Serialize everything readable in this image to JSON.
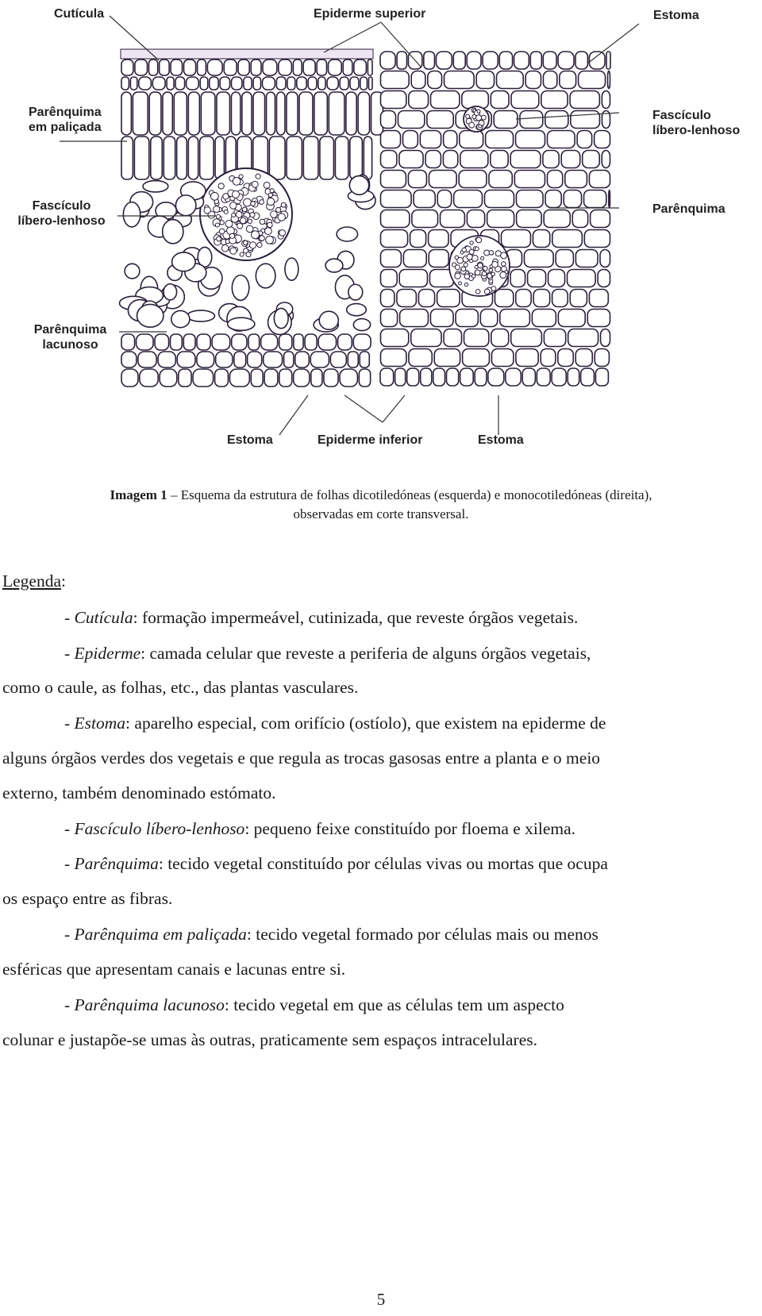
{
  "figure": {
    "labels": {
      "cuticula": "Cutícula",
      "epiderme_superior": "Epiderme superior",
      "estoma_top": "Estoma",
      "parenquima_palicada_1": "Parênquima",
      "parenquima_palicada_2": "em paliçada",
      "fasciculo_left_1": "Fascículo",
      "fasciculo_left_2": "líbero-lenhoso",
      "parenquima_lacunoso_1": "Parênquima",
      "parenquima_lacunoso_2": "lacunoso",
      "fasciculo_right_1": "Fascículo",
      "fasciculo_right_2": "líbero-lenhoso",
      "parenquima_right": "Parênquima",
      "estoma_bottom_left": "Estoma",
      "epiderme_inferior": "Epiderme inferior",
      "estoma_bottom_right": "Estoma"
    }
  },
  "caption": {
    "label": "Imagem 1",
    "dash": " – ",
    "line1": "Esquema da estrutura de folhas dicotiledóneas (esquerda) e monocotiledóneas (direita),",
    "line2": "observadas em corte transversal."
  },
  "legend": {
    "heading": "Legenda",
    "heading_colon": ":",
    "items": [
      {
        "dash": "- ",
        "term": "Cutícula",
        "line1": ": formação impermeável, cutinizada, que reveste órgãos vegetais."
      },
      {
        "dash": "- ",
        "term": "Epiderme",
        "line1": ": camada celular que reveste a periferia de alguns órgãos vegetais,",
        "line2": "como o caule, as folhas, etc., das plantas vasculares."
      },
      {
        "dash": "- ",
        "term": "Estoma",
        "line1": ": aparelho especial, com orifício (ostíolo), que existem na epiderme de",
        "line2": "alguns órgãos verdes dos vegetais e que regula as trocas gasosas entre a planta e o meio",
        "line3": "externo, também denominado estómato."
      },
      {
        "dash": "- ",
        "term": "Fascículo líbero-lenhoso",
        "line1": ": pequeno feixe constituído por floema e xilema."
      },
      {
        "dash": "- ",
        "term": "Parênquima",
        "line1": ": tecido vegetal constituído por células vivas ou mortas que ocupa",
        "line2": "os espaço entre as fibras."
      },
      {
        "dash": "- ",
        "term": "Parênquima em paliçada",
        "line1": ": tecido vegetal formado por células mais ou menos",
        "line2": "esféricas que apresentam canais e lacunas entre si."
      },
      {
        "dash": "- ",
        "term": "Parênquima lacunoso",
        "line1": ": tecido vegetal em que as células tem um aspecto",
        "line2": "colunar e justapõe-se umas às outras, praticamente sem espaços intracelulares."
      }
    ]
  },
  "page_number": "5",
  "colors": {
    "ink": "#2a1f3a",
    "cuticle": "#efe6f4",
    "text": "#1a1a1a"
  }
}
